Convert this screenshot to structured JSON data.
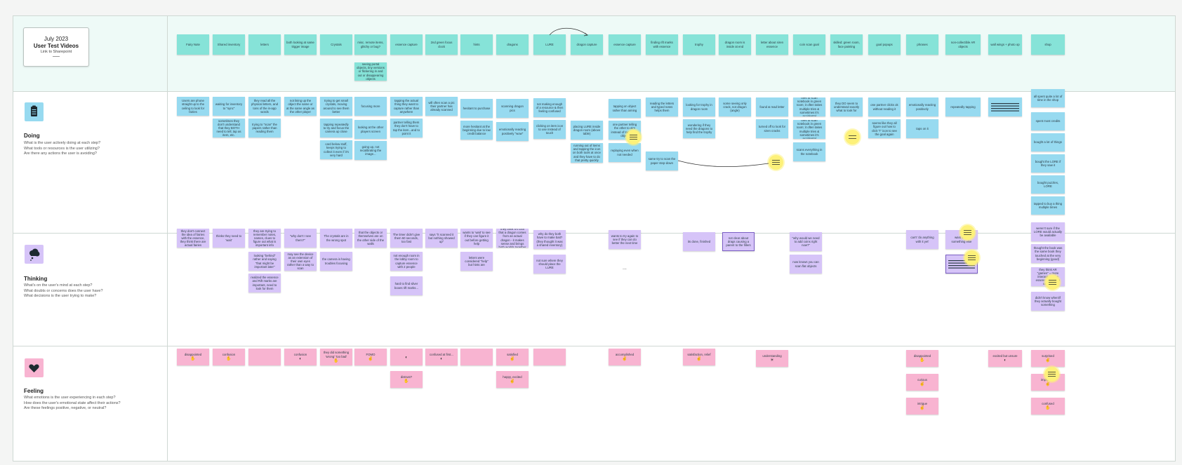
{
  "title_card": {
    "line1": "July 2023",
    "line2": "User Test Videos",
    "line3": "Link to Sharepoint"
  },
  "lanes": [
    {
      "title": "Doing",
      "q1": "What is the user actively doing at each step?",
      "q2": "What tools or resources is the user utilizing?",
      "q3": "Are there any actions the user is avoiding?",
      "color": "#97daf0",
      "icon": "clipboard-icon"
    },
    {
      "title": "Thinking",
      "q1": "What's on the user's mind at each step?",
      "q2": "What doubts or concerns does the user have?",
      "q3": "What decisions is the user trying to make?",
      "color": "#d6c4f8",
      "icon": "thought-cloud-icon"
    },
    {
      "title": "Feeling",
      "q1": "What emotions is the user experiencing in each step?",
      "q2": "How does the user's emotional state affect their actions?",
      "q3": "Are these feelings positive, negative, or neutral?",
      "color": "#f8b4d1",
      "icon": "heart-icon"
    }
  ],
  "stages": [
    "Fairy Note",
    "Shared inventory",
    "letters",
    "both looking at same trigger image",
    "Crystals",
    "misc. remote items, glitchy or bug?",
    "essence capture",
    "2nd green focus clock",
    "hints",
    "dragons",
    "LURE",
    "dragon capture",
    "essence capture",
    "finding rift marks with essence",
    "trophy",
    "dragon room is inside at end",
    "letter about siren essence",
    "coin scan goal",
    "skilled: green room, face painting",
    "goal popups",
    "phrases",
    "non-collectible AR objects",
    "wall wings + photo op",
    "shop"
  ],
  "stage_extra": "seeing portal objects, tiny versions or flickering in and out or disappearing objects",
  "doing": [
    "Users are phone straight up to the ceiling to look for fairies",
    "waiting for inventory to \"sync\"",
    "sometimes they don't understand that they BOTH need to tell, tap as item, etc.",
    "they read all the physical letters, and tons of the in-app words",
    "trying to \"scan\" the papers rather than reading them",
    "not lining up the object the same or at the same angle as the other player",
    "trying to get small crystals, moving around to see them better",
    "tapping repeatedly to try and focus the camera up close",
    "card below stuff, keeps trying to collect it even if it's very hard",
    "focusing more",
    "looking at the other players screen",
    "going up, not recalibrating the image...",
    "tapping the actual thing they want to capture rather than anywhere",
    "partner telling them they don't have to tap the item...and to point it",
    "will often scan a pic their partner has already scanned",
    "hesitant to purchase",
    "more hesitant at the beginning due to low credit balance",
    "scanning dragon pics",
    "emotionally reacting positively \"wow\"",
    "not making enough of a resource & then feeling confused",
    "clicking on item icon to use instead of touch",
    "placing LURE inside dragon room (above table)",
    "running out of items and tapping the icon on both tools at once and they have to do that pretty quickly",
    "tapping on object rather than aiming",
    "one partner telling the other to aim instead of tap on the object",
    "replaying even when not needed",
    "reading the letters and typed notes helps them",
    "same try to scan the paper step-down",
    "looking for trophy in dragon room",
    "wondering if they need the dragons to help find the trophy",
    "some seeing only crack, not dragon (angle)",
    "found & read letter",
    "turned off to look for siren cracks",
    "tries to scan notebook in green room; it often takes multiple tries & sometimes it's accidental",
    "tries to scan notebook in green room; it often takes multiple tries & sometimes it's accidental",
    "scans everything in the notebook",
    "they DO seem to understand exactly what to look for",
    "one partner clicks ok without reading it",
    "seems like they all figure out how to click \"I\" icon to see the goal again",
    "emotionally reacting positively",
    "taps on it",
    "repeatedly tapping",
    "all spent quite a lot of time in the shop",
    "spent most credits",
    "bought a lot of things",
    "bought the LORE if they saw it",
    "bought puzzles, LORE",
    "tapped to buy a thing multiple times"
  ],
  "thinking": [
    "they don't connect the idea of fairies with the essence, they think there are actual fairies",
    "thinks they need to 'wait'",
    "they are trying to remember notes, names, clues to figure out what is important info",
    "looking \"behind\" rather and saying \"that might be important later\"",
    "realized the essence and Rift marks are important, need to look for them",
    "\"why don't I see them?\"",
    "may see the device as an extension of their own eyes rather than a way to scan",
    "The crystals are in the wrong spot",
    "the camera is having troubles focusing",
    "that the objects or themselves are on the other side of the walls",
    "The timer didn't give them 60 seconds, too fast",
    "not enough room in the lobby room to capture essence with 2 people",
    "hard to find silver boxes rift marks...",
    "says \"it scanned it but nothing showed up\"",
    "wants to 'wait' to see if they can figure it out before getting help",
    "letters were considered \"help\" but hints are",
    "they think it's cool that a dragon comes from an actual dragon - it makes sense and brings both worlds together",
    "why do they both have to make bait? (they thought it was a shared inventory)",
    "not sure where they should place the LURE",
    "wants to try again to see if they can do better the next time",
    "...",
    "its done, finished",
    "not clear about drags causing a parent to the fillers",
    "\"why would we need to add coins right now?\"",
    "now knows you can scan flat objects",
    "can't 'do anything with it yet'",
    "want to do something else",
    "weren't sure if the LORE would actually be available",
    "thought the book was the same book they touched at the very beginning (good)",
    "they think AR \"games\" = more interactions like essence & dragon capture",
    "didn't know when/if they actually bought something"
  ],
  "feeling": [
    "disappointed",
    "confusion",
    "",
    "confusion",
    "they did something 'wrong' 'too bad'",
    "FOMO",
    "",
    "confused at first...",
    "distrust?",
    "",
    "satisfied",
    "happy, excited",
    "",
    "accomplished",
    "satisfaction, relief",
    "understanding",
    "disappointed",
    "curious",
    "intrigue",
    "excited but unsure",
    "surprised",
    "impressed",
    "confused"
  ]
}
